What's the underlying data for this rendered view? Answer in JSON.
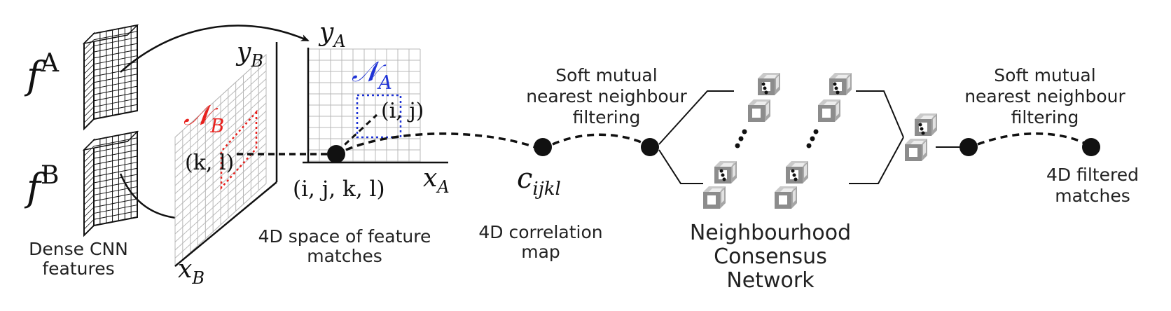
{
  "colors": {
    "ink": "#111111",
    "red": "#e8211d",
    "blue": "#1f33d6",
    "grid": "#b8b8b8",
    "cube_dark": "#8c8c8c",
    "cube_light": "#c9c9c9"
  },
  "features": {
    "fA_base": "f",
    "fA_sup": "A",
    "fB_base": "f",
    "fB_sup": "B",
    "caption_line1": "Dense CNN",
    "caption_line2": "features"
  },
  "space": {
    "yB_base": "y",
    "yB_sub": "B",
    "xB_base": "x",
    "xB_sub": "B",
    "yA_base": "y",
    "yA_sub": "A",
    "xA_base": "x",
    "xA_sub": "A",
    "NA_base": "𝒩",
    "NA_sub": "A",
    "NB_base": "𝒩",
    "NB_sub": "B",
    "ij_label": "(i, j)",
    "kl_label": "(k, l)",
    "ijkl_label": "(i, j, k, l)",
    "caption_line1": "4D space of feature",
    "caption_line2": "matches"
  },
  "correlation": {
    "c_base": "c",
    "c_sub": "ijkl",
    "caption_line1": "4D correlation",
    "caption_line2": "map"
  },
  "filter1": {
    "line1": "Soft mutual",
    "line2": "nearest neighbour",
    "line3": "filtering"
  },
  "ncnet": {
    "line1": "Neighbourhood",
    "line2": "Consensus",
    "line3": "Network"
  },
  "filter2": {
    "line1": "Soft mutual",
    "line2": "nearest neighbour",
    "line3": "filtering"
  },
  "output": {
    "line1": "4D filtered",
    "line2": "matches"
  }
}
